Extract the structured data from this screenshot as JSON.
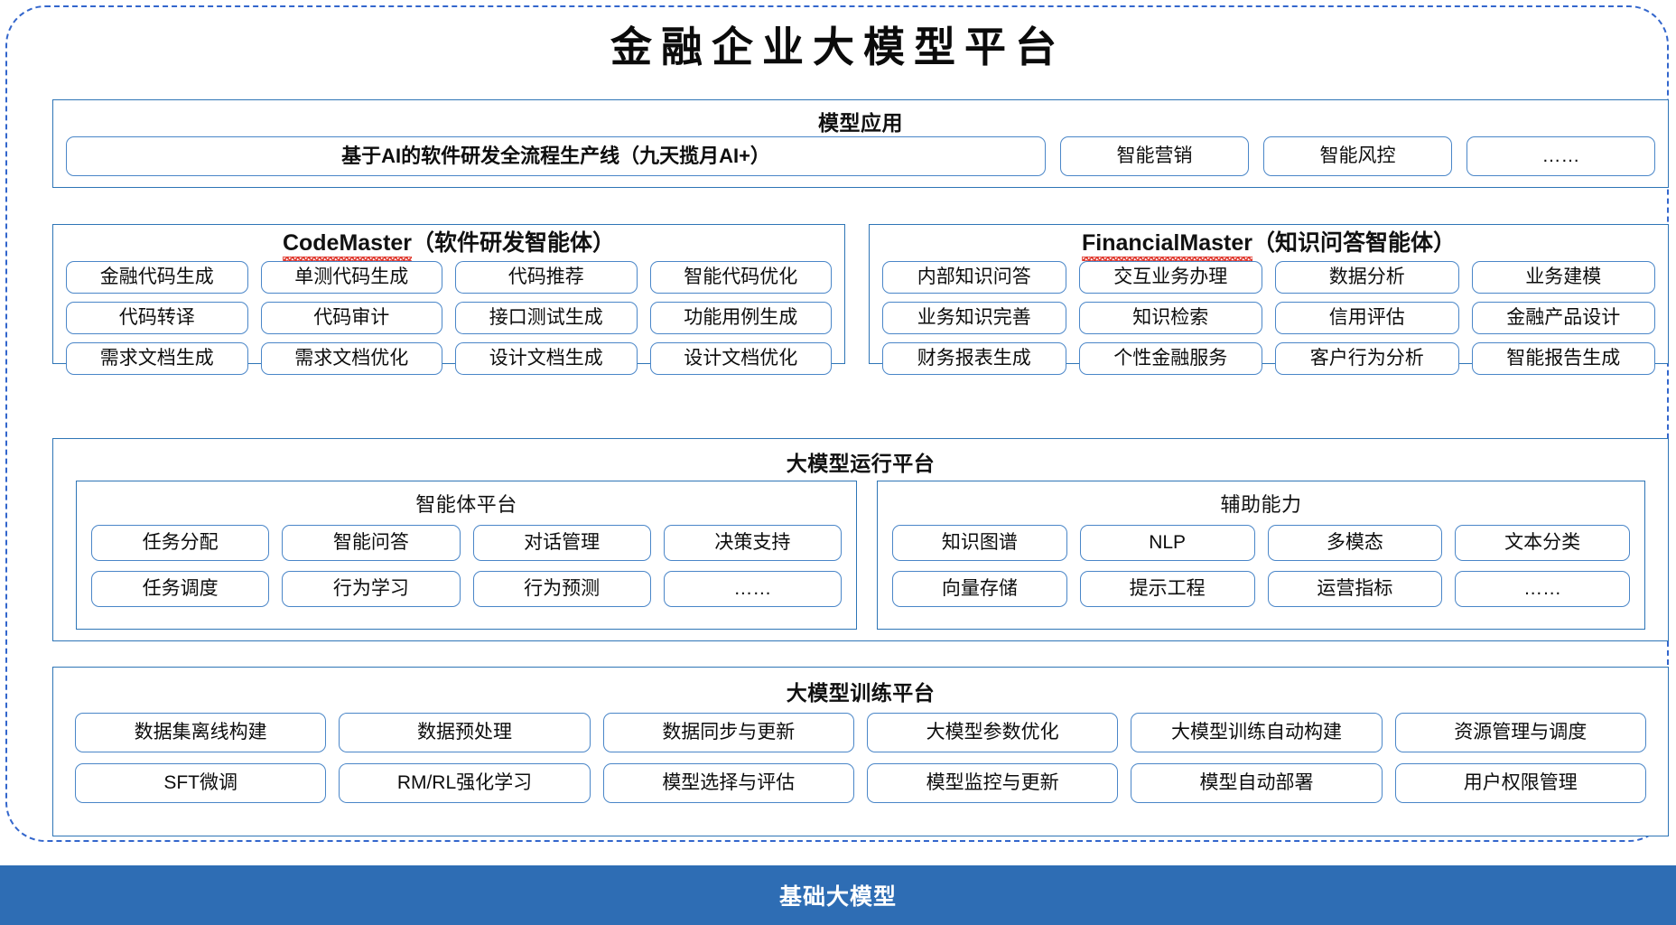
{
  "title": "金融企业大模型平台",
  "colors": {
    "frame_dashed": "#3366CC",
    "panel_border": "#2E75B6",
    "pill_border": "#4A86C8",
    "foundation_bar": "#2E6DB4",
    "spellcheck_squiggle": "#E03A2F"
  },
  "model_application": {
    "title": "模型应用",
    "items": [
      "基于AI的软件研发全流程生产线（九天揽月AI+）",
      "智能营销",
      "智能风控",
      "……"
    ]
  },
  "agents": [
    {
      "name_latin": "CodeMaster",
      "name_cn": "（软件研发智能体）",
      "rows": [
        [
          "金融代码生成",
          "单测代码生成",
          "代码推荐",
          "智能代码优化"
        ],
        [
          "代码转译",
          "代码审计",
          "接口测试生成",
          "功能用例生成"
        ],
        [
          "需求文档生成",
          "需求文档优化",
          "设计文档生成",
          "设计文档优化"
        ]
      ]
    },
    {
      "name_latin": "FinancialMaster",
      "name_cn": "（知识问答智能体）",
      "rows": [
        [
          "内部知识问答",
          "交互业务办理",
          "数据分析",
          "业务建模"
        ],
        [
          "业务知识完善",
          "知识检索",
          "信用评估",
          "金融产品设计"
        ],
        [
          "财务报表生成",
          "个性金融服务",
          "客户行为分析",
          "智能报告生成"
        ]
      ]
    }
  ],
  "runtime_platform": {
    "title": "大模型运行平台",
    "subpanels": [
      {
        "title": "智能体平台",
        "rows": [
          [
            "任务分配",
            "智能问答",
            "对话管理",
            "决策支持"
          ],
          [
            "任务调度",
            "行为学习",
            "行为预测",
            "……"
          ]
        ]
      },
      {
        "title": "辅助能力",
        "rows": [
          [
            "知识图谱",
            "NLP",
            "多模态",
            "文本分类"
          ],
          [
            "向量存储",
            "提示工程",
            "运营指标",
            "……"
          ]
        ]
      }
    ]
  },
  "training_platform": {
    "title": "大模型训练平台",
    "rows": [
      [
        "数据集离线构建",
        "数据预处理",
        "数据同步与更新",
        "大模型参数优化",
        "大模型训练自动构建",
        "资源管理与调度"
      ],
      [
        "SFT微调",
        "RM/RL强化学习",
        "模型选择与评估",
        "模型监控与更新",
        "模型自动部署",
        "用户权限管理"
      ]
    ]
  },
  "foundation": {
    "label": "基础大模型"
  }
}
